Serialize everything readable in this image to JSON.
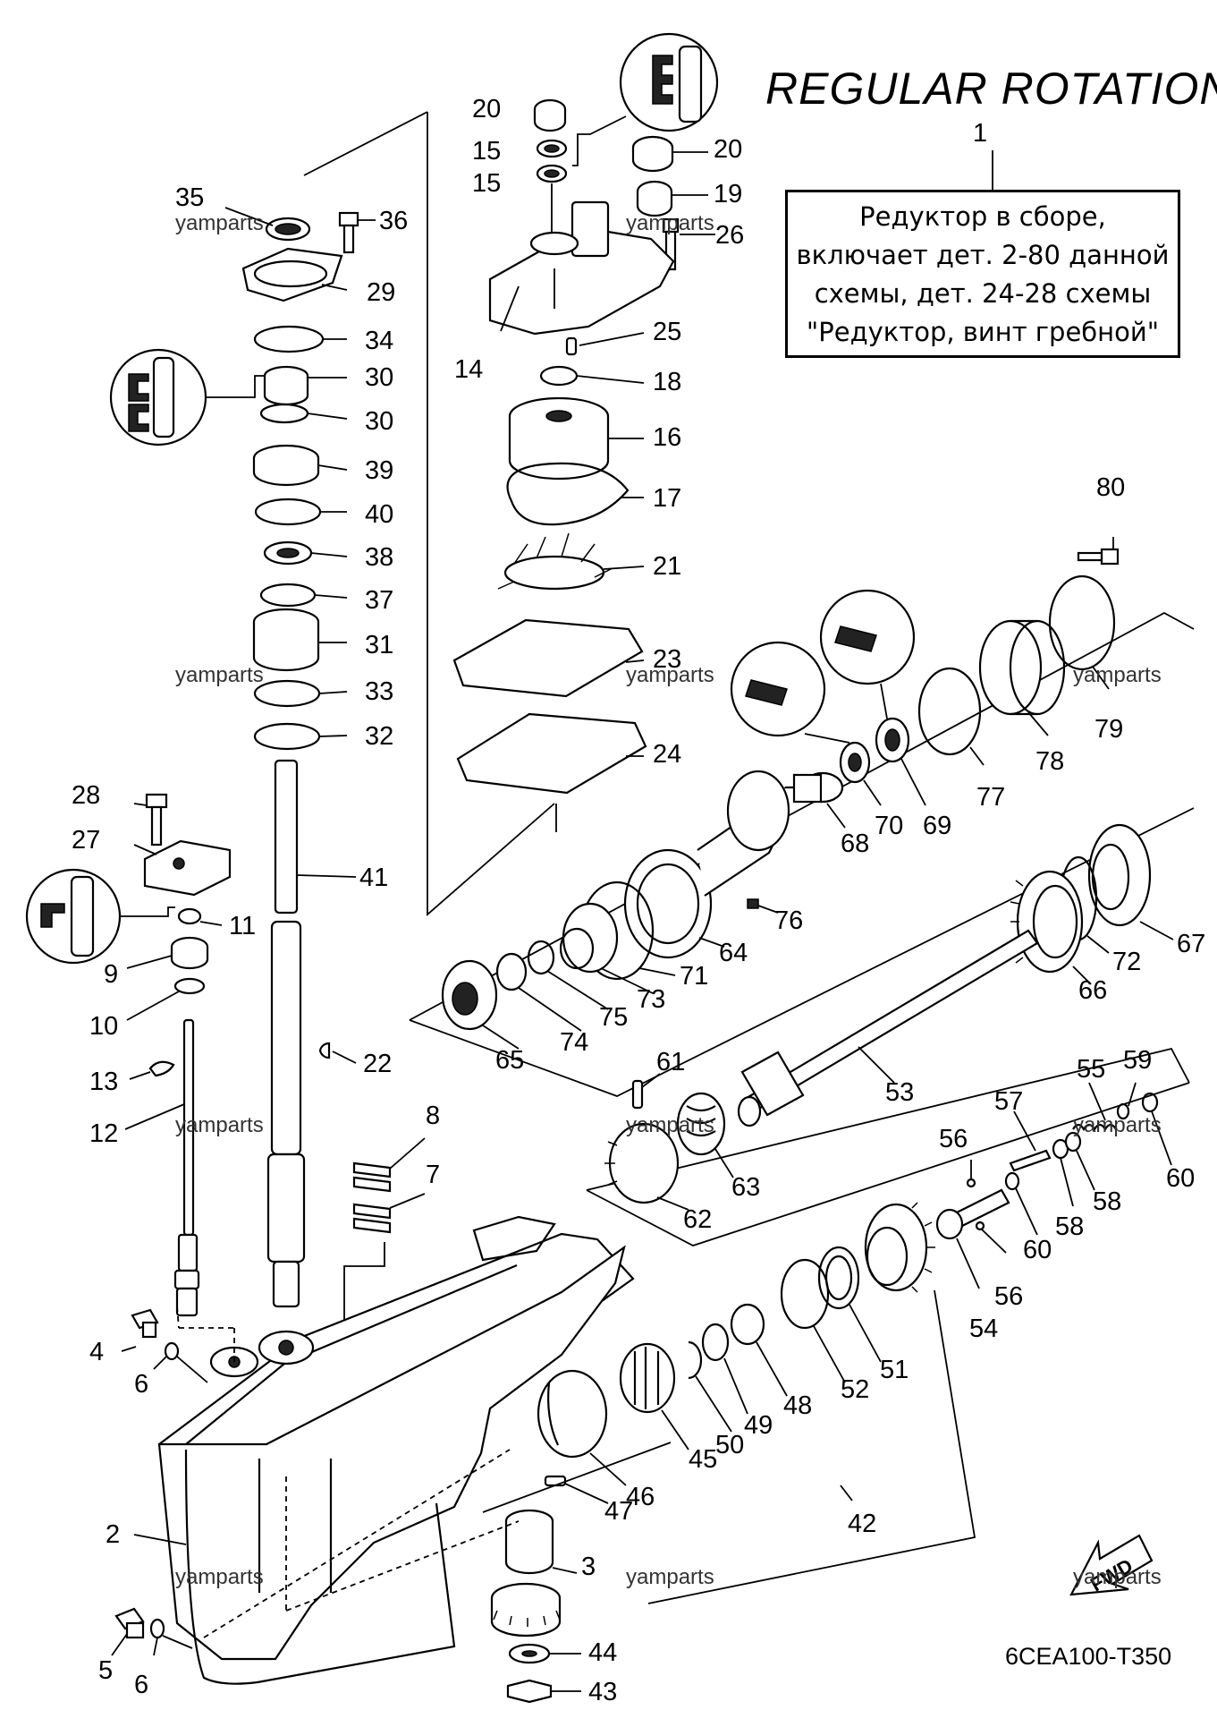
{
  "title": "REGULAR ROTATION",
  "assembly_box": {
    "number": "1",
    "lines": [
      "Редуктор в сборе,",
      "включает дет. 2-80 данной",
      "схемы, дет. 24-28 схемы",
      "\"Редуктор, винт гребной\""
    ]
  },
  "diagram_code": "6CEA100-T350",
  "watermark": "yamparts",
  "fwd_label": "FWD",
  "callouts": [
    {
      "id": "c20a",
      "text": "20"
    },
    {
      "id": "c15a",
      "text": "15"
    },
    {
      "id": "c15b",
      "text": "15"
    },
    {
      "id": "c20b",
      "text": "20"
    },
    {
      "id": "c19",
      "text": "19"
    },
    {
      "id": "c26",
      "text": "26"
    },
    {
      "id": "c35",
      "text": "35"
    },
    {
      "id": "c36",
      "text": "36"
    },
    {
      "id": "c29",
      "text": "29"
    },
    {
      "id": "c34",
      "text": "34"
    },
    {
      "id": "c30a",
      "text": "30"
    },
    {
      "id": "c30b",
      "text": "30"
    },
    {
      "id": "c39",
      "text": "39"
    },
    {
      "id": "c40",
      "text": "40"
    },
    {
      "id": "c38",
      "text": "38"
    },
    {
      "id": "c37",
      "text": "37"
    },
    {
      "id": "c31",
      "text": "31"
    },
    {
      "id": "c33",
      "text": "33"
    },
    {
      "id": "c32",
      "text": "32"
    },
    {
      "id": "c14",
      "text": "14"
    },
    {
      "id": "c25",
      "text": "25"
    },
    {
      "id": "c18",
      "text": "18"
    },
    {
      "id": "c16",
      "text": "16"
    },
    {
      "id": "c17",
      "text": "17"
    },
    {
      "id": "c21",
      "text": "21"
    },
    {
      "id": "c23",
      "text": "23"
    },
    {
      "id": "c24",
      "text": "24"
    },
    {
      "id": "c80",
      "text": "80"
    },
    {
      "id": "c79",
      "text": "79"
    },
    {
      "id": "c78",
      "text": "78"
    },
    {
      "id": "c77",
      "text": "77"
    },
    {
      "id": "c69",
      "text": "69"
    },
    {
      "id": "c70",
      "text": "70"
    },
    {
      "id": "c68",
      "text": "68"
    },
    {
      "id": "c76",
      "text": "76"
    },
    {
      "id": "c64",
      "text": "64"
    },
    {
      "id": "c71",
      "text": "71"
    },
    {
      "id": "c73",
      "text": "73"
    },
    {
      "id": "c75",
      "text": "75"
    },
    {
      "id": "c74",
      "text": "74"
    },
    {
      "id": "c65",
      "text": "65"
    },
    {
      "id": "c67",
      "text": "67"
    },
    {
      "id": "c72",
      "text": "72"
    },
    {
      "id": "c66",
      "text": "66"
    },
    {
      "id": "c53",
      "text": "53"
    },
    {
      "id": "c28",
      "text": "28"
    },
    {
      "id": "c27",
      "text": "27"
    },
    {
      "id": "c41",
      "text": "41"
    },
    {
      "id": "c11",
      "text": "11"
    },
    {
      "id": "c9",
      "text": "9"
    },
    {
      "id": "c10",
      "text": "10"
    },
    {
      "id": "c22",
      "text": "22"
    },
    {
      "id": "c13",
      "text": "13"
    },
    {
      "id": "c12",
      "text": "12"
    },
    {
      "id": "c8",
      "text": "8"
    },
    {
      "id": "c7",
      "text": "7"
    },
    {
      "id": "c61",
      "text": "61"
    },
    {
      "id": "c62",
      "text": "62"
    },
    {
      "id": "c63",
      "text": "63"
    },
    {
      "id": "c59",
      "text": "59"
    },
    {
      "id": "c55",
      "text": "55"
    },
    {
      "id": "c57",
      "text": "57"
    },
    {
      "id": "c56a",
      "text": "56"
    },
    {
      "id": "c60a",
      "text": "60"
    },
    {
      "id": "c58a",
      "text": "58"
    },
    {
      "id": "c58b",
      "text": "58"
    },
    {
      "id": "c60b",
      "text": "60"
    },
    {
      "id": "c56b",
      "text": "56"
    },
    {
      "id": "c54",
      "text": "54"
    },
    {
      "id": "c51",
      "text": "51"
    },
    {
      "id": "c52",
      "text": "52"
    },
    {
      "id": "c48",
      "text": "48"
    },
    {
      "id": "c49",
      "text": "49"
    },
    {
      "id": "c50",
      "text": "50"
    },
    {
      "id": "c45",
      "text": "45"
    },
    {
      "id": "c46",
      "text": "46"
    },
    {
      "id": "c47",
      "text": "47"
    },
    {
      "id": "c42",
      "text": "42"
    },
    {
      "id": "c3",
      "text": "3"
    },
    {
      "id": "c4",
      "text": "4"
    },
    {
      "id": "c6a",
      "text": "6"
    },
    {
      "id": "c2",
      "text": "2"
    },
    {
      "id": "c5",
      "text": "5"
    },
    {
      "id": "c6b",
      "text": "6"
    },
    {
      "id": "c44",
      "text": "44"
    },
    {
      "id": "c43",
      "text": "43"
    }
  ]
}
